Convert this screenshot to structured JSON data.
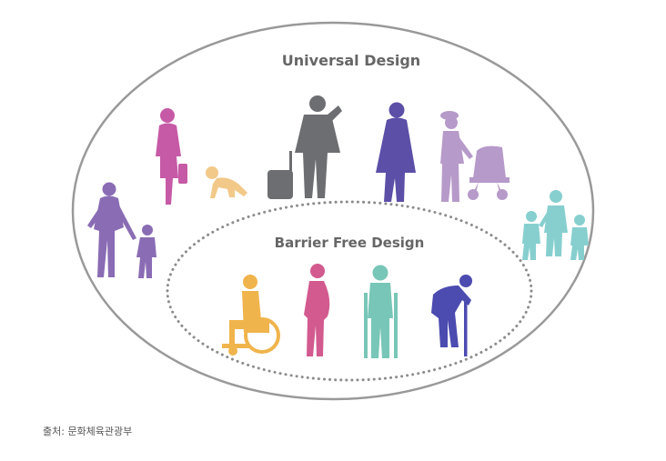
{
  "diagram": {
    "outer_title": "Universal Design",
    "inner_title": "Barrier Free Design"
  },
  "figures": {
    "outer": [
      {
        "name": "woman-with-child-figure",
        "color": "#8a6cb4"
      },
      {
        "name": "woman-with-handbag-figure",
        "color": "#c65aa6"
      },
      {
        "name": "crawling-baby-figure",
        "color": "#f2c989"
      },
      {
        "name": "man-with-suitcase-figure",
        "color": "#6d6e72"
      },
      {
        "name": "woman-in-dress-figure",
        "color": "#5b4fa7"
      },
      {
        "name": "woman-with-stroller-figure",
        "color": "#b69ac9"
      },
      {
        "name": "family-with-children-figure",
        "color": "#87cfcf"
      }
    ],
    "inner": [
      {
        "name": "wheelchair-user-figure",
        "color": "#f0b44c"
      },
      {
        "name": "pregnant-woman-figure",
        "color": "#d25a8f"
      },
      {
        "name": "person-with-crutches-figure",
        "color": "#78c6b8"
      },
      {
        "name": "elderly-person-with-cane-figure",
        "color": "#4b4bb0"
      }
    ]
  },
  "caption": "출처: 문화체육관광부"
}
